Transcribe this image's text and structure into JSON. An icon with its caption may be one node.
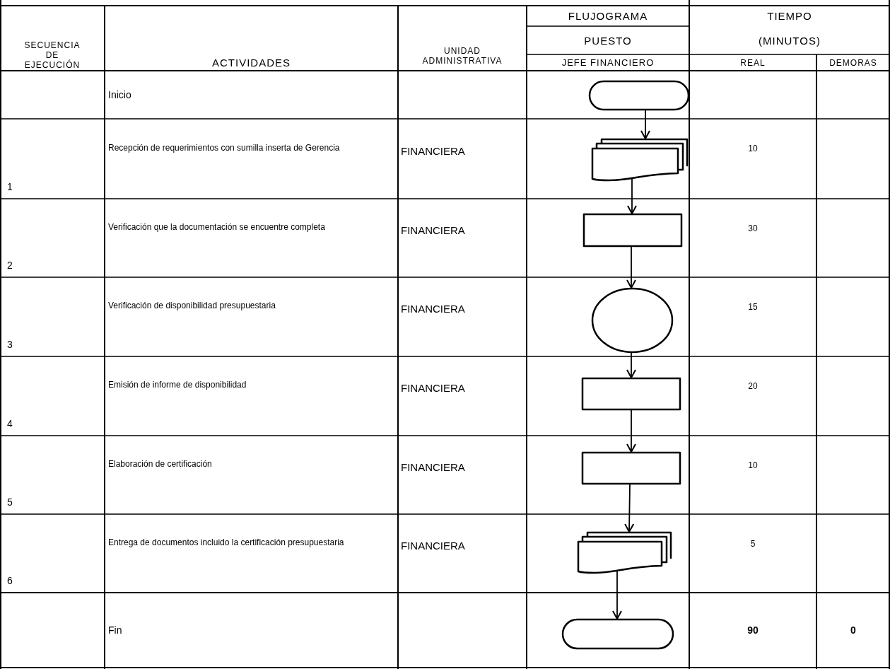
{
  "diagram": {
    "nodes": [
      {
        "text": [],
        "shape": "terminator"
      },
      {
        "text": [],
        "shape": "documents"
      },
      {
        "text": [],
        "shape": "box"
      },
      {
        "text": [],
        "shape": "circle"
      },
      {
        "text": [],
        "shape": "box"
      },
      {
        "text": [],
        "shape": "box"
      },
      {
        "text": [],
        "shape": "documents"
      },
      {
        "text": [],
        "shape": "terminator"
      }
    ],
    "edges": [
      {
        "from": 0,
        "to": 1,
        "arrow": "to"
      },
      {
        "from": 1,
        "to": 2,
        "arrow": "to"
      },
      {
        "from": 2,
        "to": 3,
        "arrow": "to"
      },
      {
        "from": 3,
        "to": 4,
        "arrow": "to"
      },
      {
        "from": 4,
        "to": 5,
        "arrow": "to"
      },
      {
        "from": 5,
        "to": 6,
        "arrow": "to"
      },
      {
        "from": 6,
        "to": 7,
        "arrow": "to"
      }
    ],
    "labels": [
      "FLUJOGRAMA",
      "TIEMPO",
      "SECUENCIA DE EJECUCIÓN",
      "UNIDAD ADMINISTRATIVA",
      "PUESTO",
      "(MINUTOS)",
      "ACTIVIDADES",
      "JEFE FINANCIERO",
      "REAL",
      "DEMORAS",
      "Inicio",
      "1",
      "Recepción de requerimientos con sumilla inserta de Gerencia",
      "FINANCIERA",
      "10",
      "2",
      "Verificación que la documentación se encuentre completa",
      "FINANCIERA",
      "30",
      "3",
      "Verificación de disponibilidad presupuestaria",
      "FINANCIERA",
      "15",
      "4",
      "Emisión de informe de disponibilidad",
      "FINANCIERA",
      "20",
      "5",
      "Elaboración de certificación",
      "FINANCIERA",
      "10",
      "6",
      "Entrega de documentos incluido la certificación presupuestaria",
      "FINANCIERA",
      "5",
      "Fin",
      "90",
      "0"
    ]
  }
}
